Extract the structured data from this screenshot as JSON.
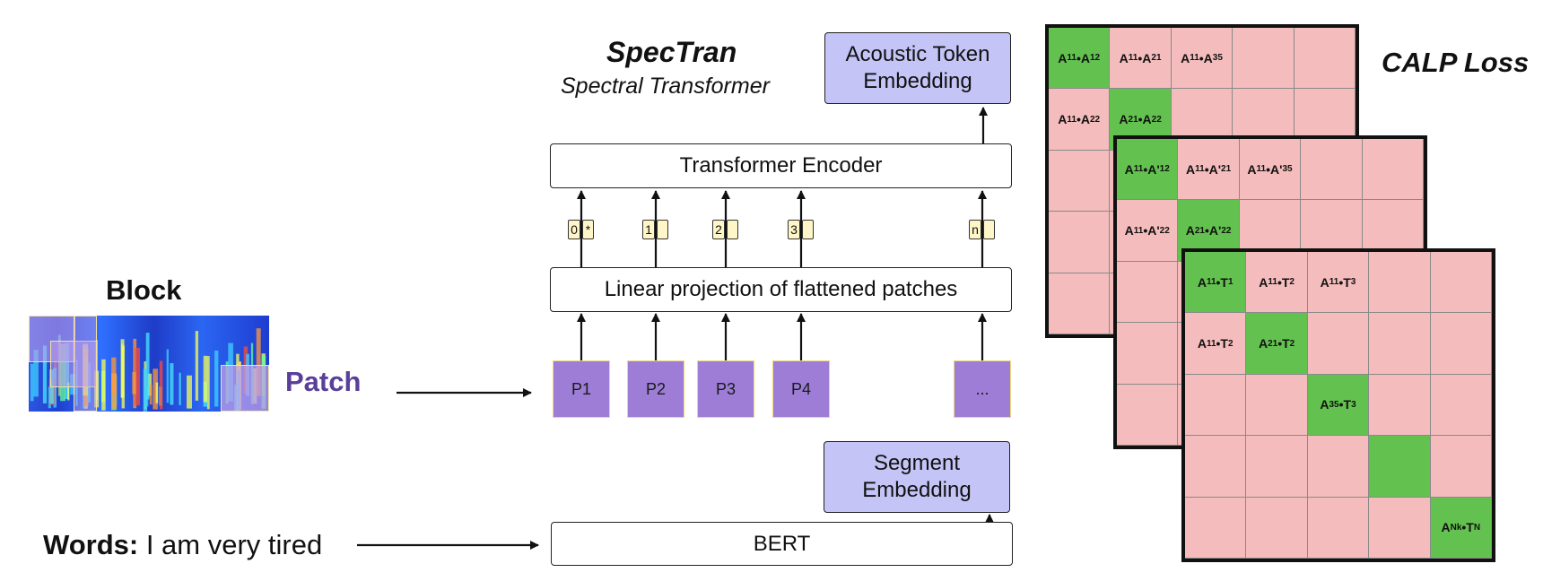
{
  "title": {
    "main": "SpecTran",
    "sub": "Spectral Transformer",
    "calp": "CALP Loss"
  },
  "labels": {
    "block": "Block",
    "patch": "Patch",
    "words_prefix": "Words:",
    "words_text": "I am very tired"
  },
  "boxes": {
    "acoustic_embedding": "Acoustic Token\nEmbedding",
    "transformer_encoder": "Transformer Encoder",
    "linear_projection": "Linear projection of flattened patches",
    "segment_embedding": "Segment\nEmbedding",
    "bert": "BERT"
  },
  "patches": [
    "P1",
    "P2",
    "P3",
    "P4",
    "..."
  ],
  "positions": [
    "0",
    "1",
    "2",
    "3",
    "n"
  ],
  "class_token": "*",
  "colors": {
    "embedding_box": "#c4c4f7",
    "patch": "#9d7dd6",
    "patch_label": "#5a3f9a",
    "token": "#fff6c8",
    "matrix_off": "#f4bcbc",
    "matrix_match": "#63c24f"
  },
  "matrices": [
    {
      "name": "audio-audio",
      "cells": [
        [
          "A11•A12",
          "A11•A21",
          "A11•A35",
          "",
          ""
        ],
        [
          "A11•A22",
          "A21•A22",
          "",
          "",
          ""
        ],
        [
          "",
          "",
          "",
          "",
          ""
        ],
        [
          "",
          "",
          "",
          "",
          ""
        ],
        [
          "",
          "",
          "",
          "",
          ""
        ]
      ],
      "green": [
        [
          0,
          0
        ],
        [
          1,
          1
        ]
      ]
    },
    {
      "name": "audio-augmented",
      "cells": [
        [
          "A11•A'12",
          "A11•A'21",
          "A11•A'35",
          "",
          ""
        ],
        [
          "A11•A'22",
          "A21•A'22",
          "",
          "",
          ""
        ],
        [
          "",
          "",
          "",
          "",
          ""
        ],
        [
          "",
          "",
          "",
          "",
          ""
        ],
        [
          "",
          "",
          "",
          "",
          ""
        ]
      ],
      "green": [
        [
          0,
          0
        ],
        [
          1,
          1
        ]
      ]
    },
    {
      "name": "audio-text",
      "cells": [
        [
          "A11•T1",
          "A11•T2",
          "A11•T3",
          "",
          ""
        ],
        [
          "A11•T2",
          "A21•T2",
          "",
          "",
          ""
        ],
        [
          "",
          "",
          "A35•T3",
          "",
          ""
        ],
        [
          "",
          "",
          "",
          "",
          ""
        ],
        [
          "",
          "",
          "",
          "",
          "ANk•TN"
        ]
      ],
      "green": [
        [
          0,
          0
        ],
        [
          1,
          1
        ],
        [
          2,
          2
        ],
        [
          3,
          3
        ],
        [
          4,
          4
        ]
      ]
    }
  ]
}
